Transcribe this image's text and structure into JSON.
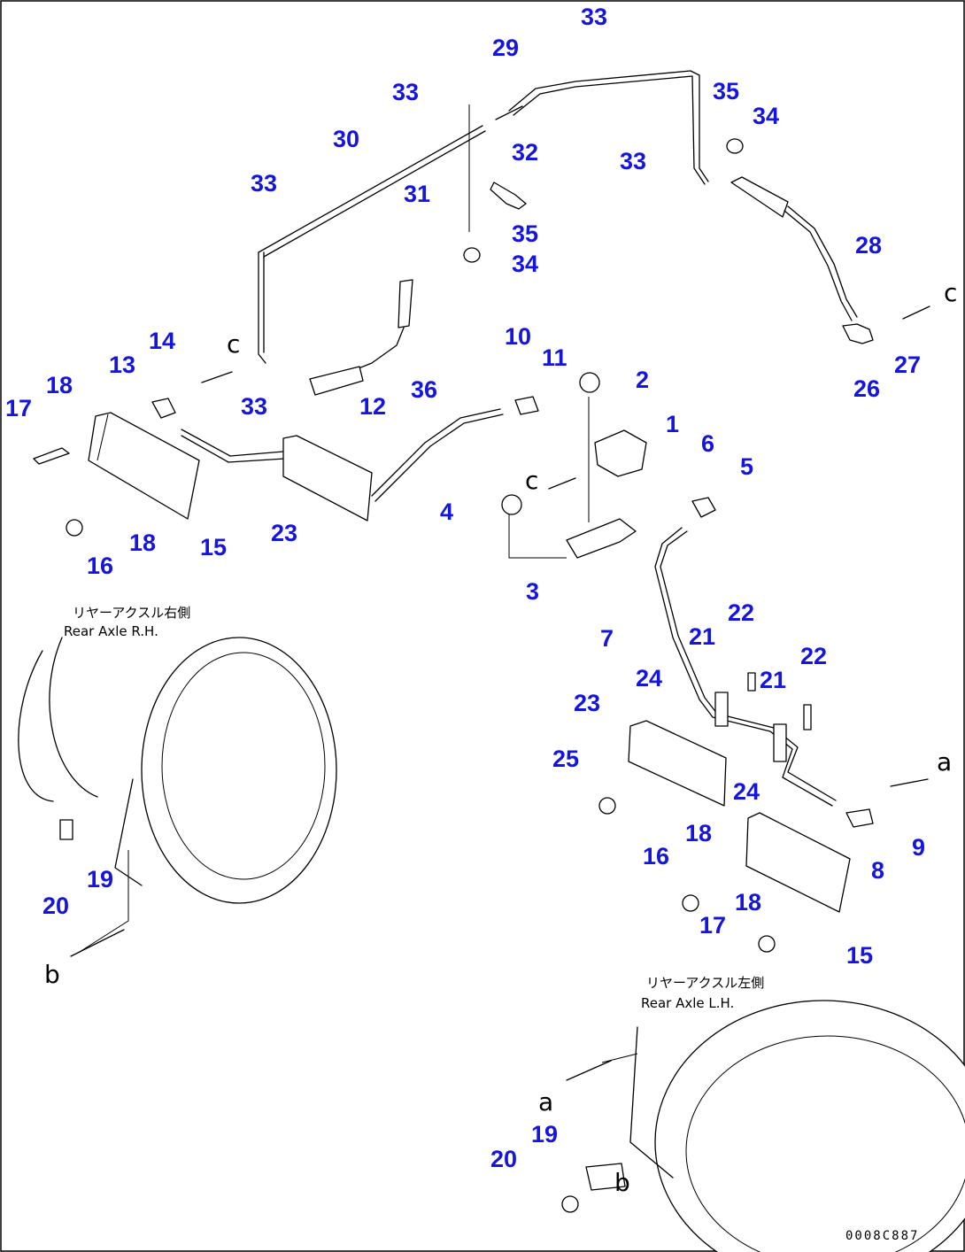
{
  "callouts": [
    "1",
    "2",
    "3",
    "4",
    "5",
    "6",
    "7",
    "8",
    "9",
    "10",
    "11",
    "12",
    "13",
    "14",
    "15",
    "16",
    "17",
    "18",
    "19",
    "20",
    "21",
    "22",
    "23",
    "24",
    "25",
    "26",
    "27",
    "28",
    "29",
    "30",
    "31",
    "32",
    "33",
    "34",
    "35",
    "36"
  ],
  "connection_refs": {
    "a": "a",
    "b": "b",
    "c": "c"
  },
  "captions": {
    "rear_axle_rh_jp": "リヤーアクスル右側",
    "rear_axle_rh_en": "Rear Axle R.H.",
    "rear_axle_lh_jp": "リヤーアクスル左側",
    "rear_axle_lh_en": "Rear Axle L.H."
  },
  "drawing_code": "0008C887",
  "colors": {
    "callout": "#1515e0",
    "line": "#000000",
    "background": "#ffffff"
  }
}
